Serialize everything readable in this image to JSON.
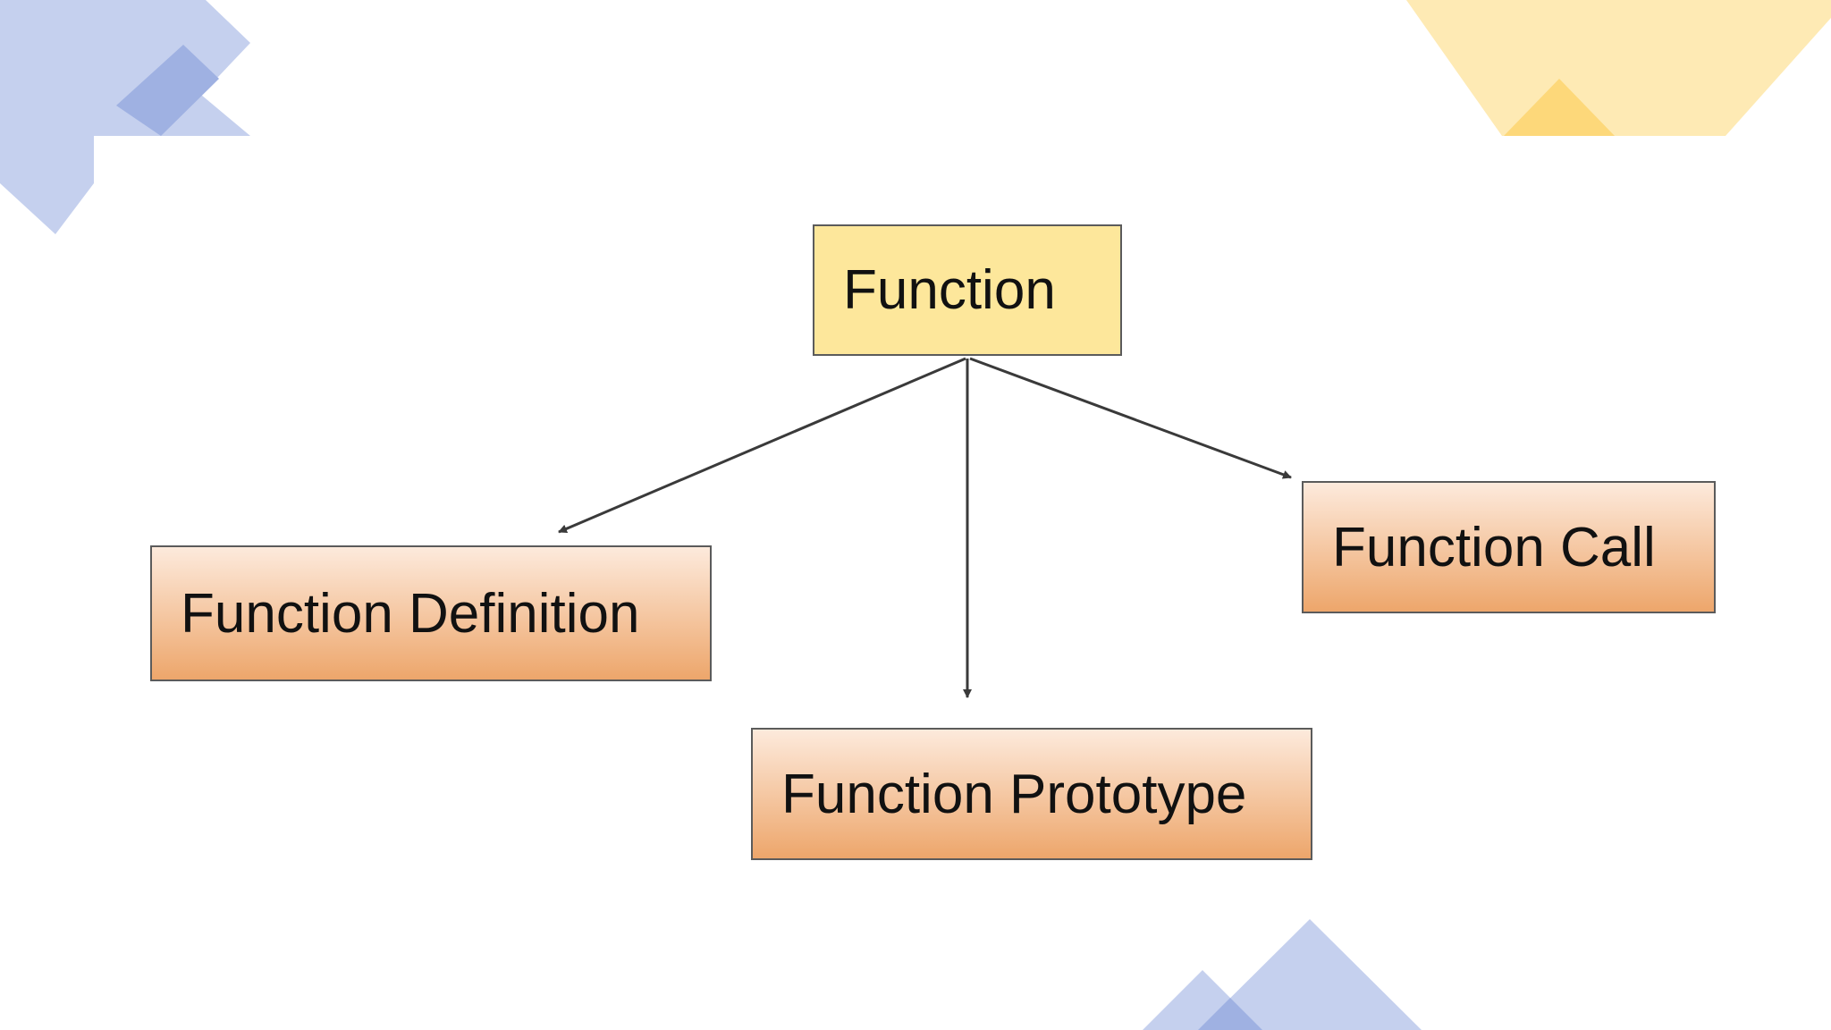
{
  "diagram": {
    "root": {
      "label": "Function"
    },
    "children": [
      {
        "id": "definition",
        "label": "Function Definition"
      },
      {
        "id": "prototype",
        "label": "Function Prototype"
      },
      {
        "id": "call",
        "label": "Function Call"
      }
    ]
  },
  "colors": {
    "root_fill": "#fde79b",
    "child_fill_top": "#fdeadc",
    "child_fill_bottom": "#eda66b",
    "border": "#5b5b5b",
    "arrow": "#3a3a3a",
    "deco_blue": "#c5d0ee",
    "deco_blue_dark": "#9fb1e2",
    "deco_yellow": "#feeab4",
    "deco_yellow_dark": "#fdd87a"
  }
}
